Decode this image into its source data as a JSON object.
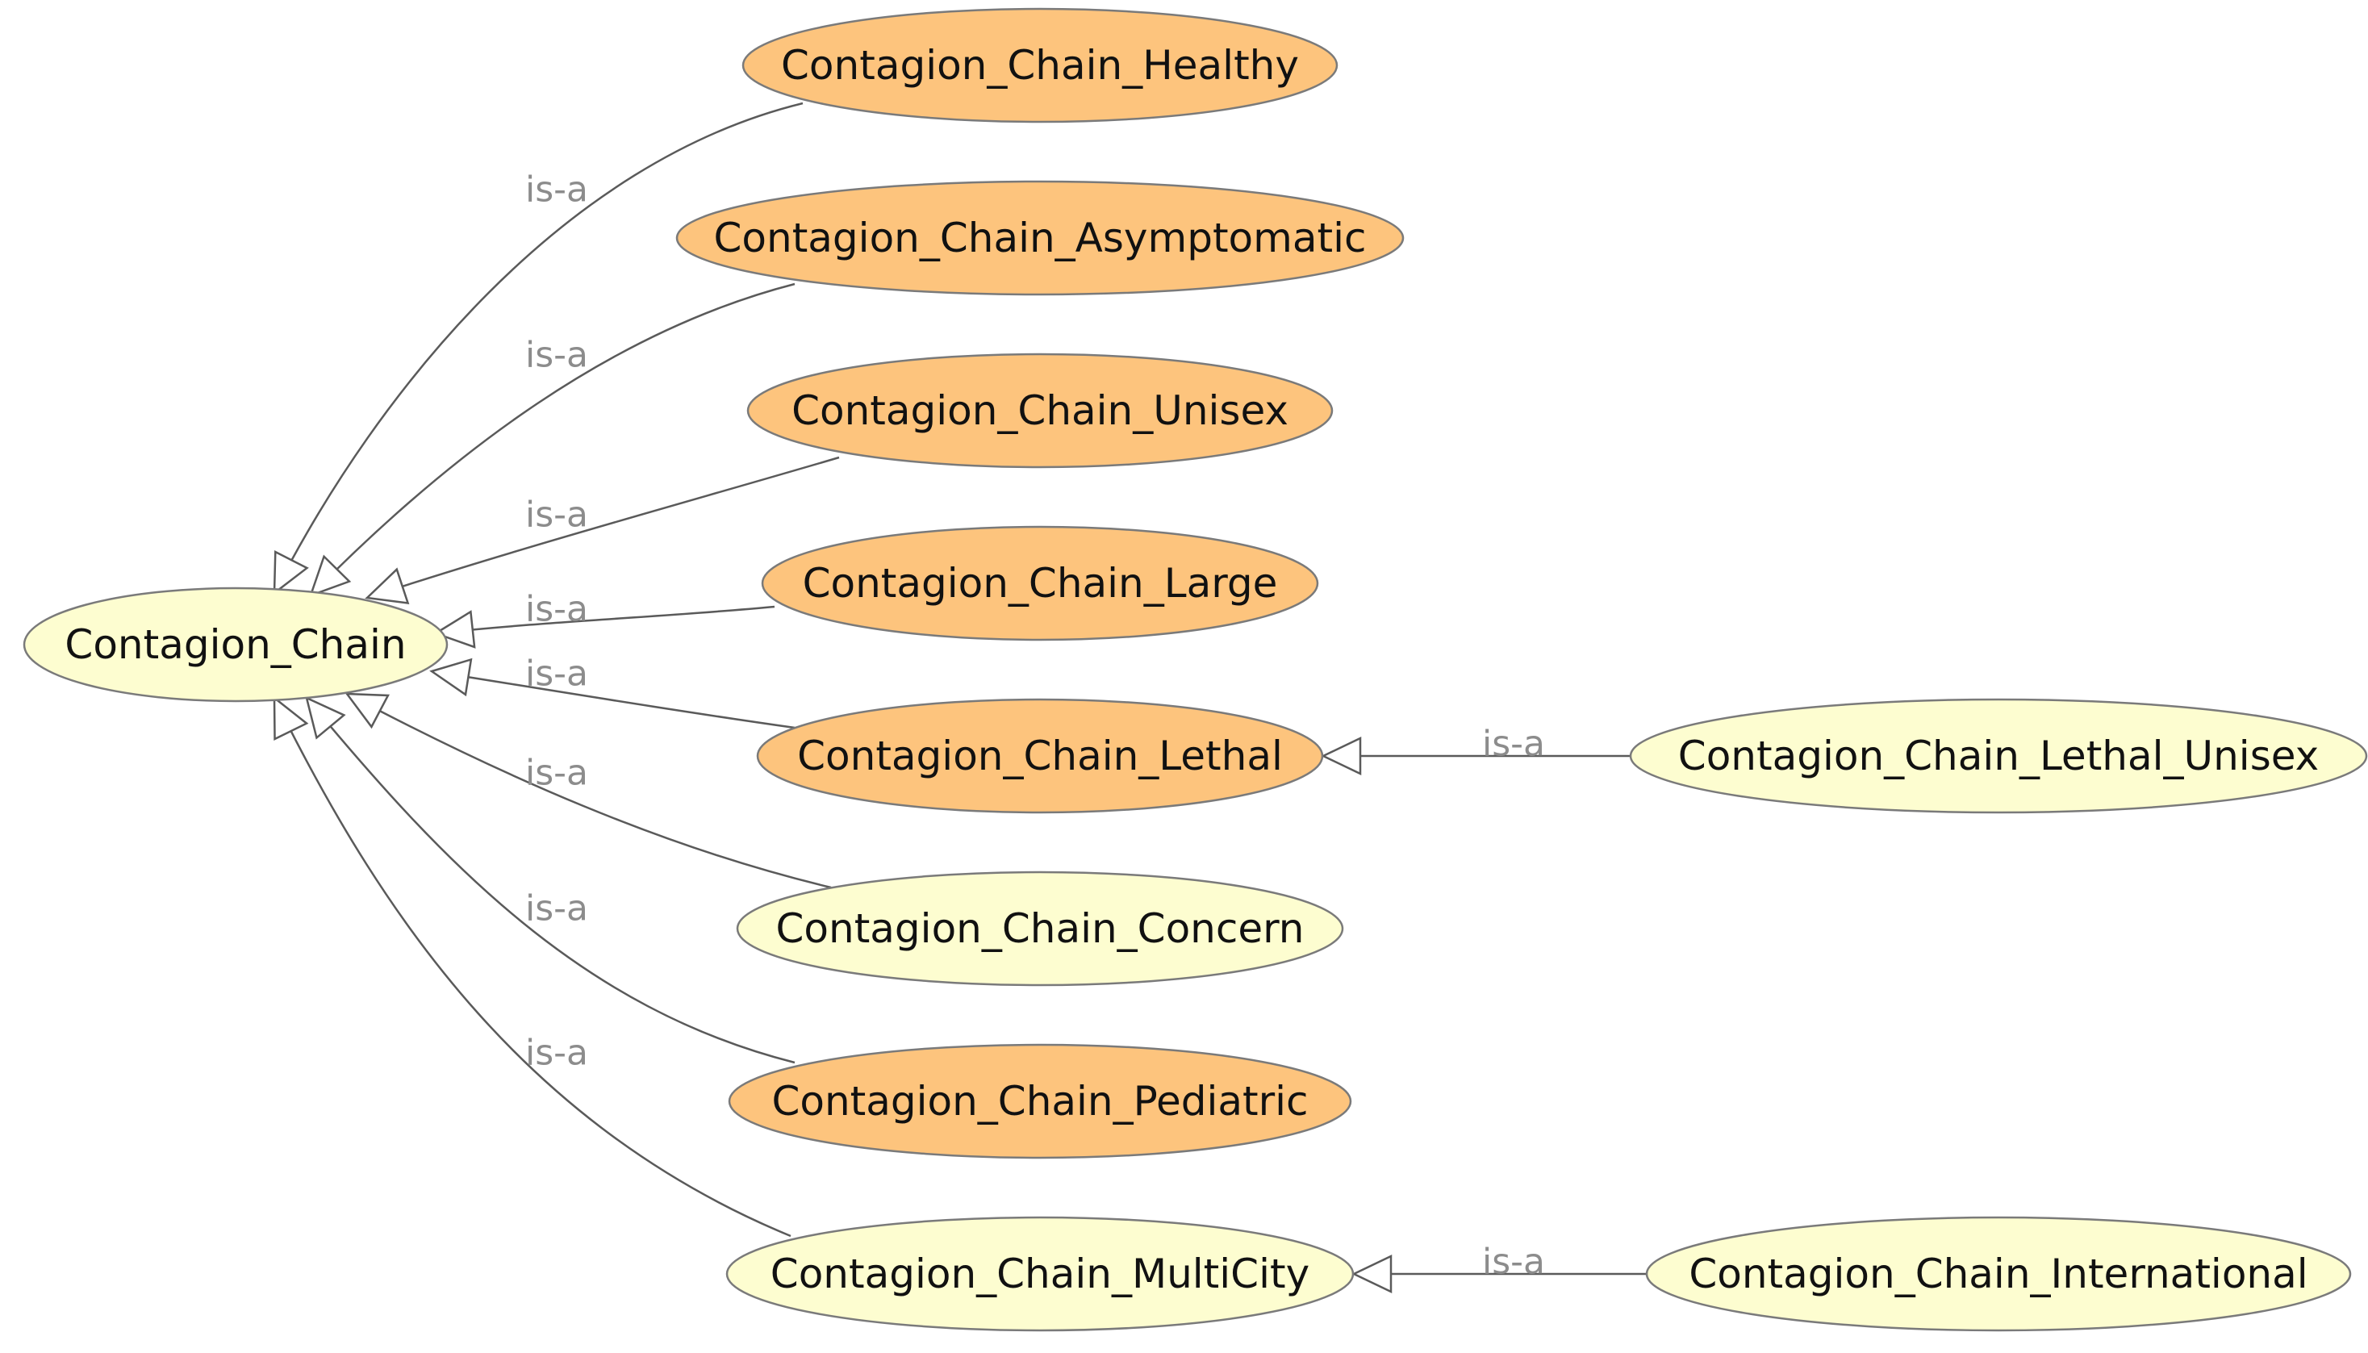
{
  "colors": {
    "defined_class": "#fdc47d",
    "inferred_class": "#fdfdd0",
    "edge": "#5a5a5a",
    "edge_label": "#8c8c8c",
    "node_border": "#7a7a7a"
  },
  "nodes": [
    {
      "id": "contagion_chain",
      "label": "Contagion_Chain",
      "kind": "inferred_class"
    },
    {
      "id": "healthy",
      "label": "Contagion_Chain_Healthy",
      "kind": "defined_class"
    },
    {
      "id": "asymptomatic",
      "label": "Contagion_Chain_Asymptomatic",
      "kind": "defined_class"
    },
    {
      "id": "unisex",
      "label": "Contagion_Chain_Unisex",
      "kind": "defined_class"
    },
    {
      "id": "large",
      "label": "Contagion_Chain_Large",
      "kind": "defined_class"
    },
    {
      "id": "lethal",
      "label": "Contagion_Chain_Lethal",
      "kind": "defined_class"
    },
    {
      "id": "concern",
      "label": "Contagion_Chain_Concern",
      "kind": "inferred_class"
    },
    {
      "id": "pediatric",
      "label": "Contagion_Chain_Pediatric",
      "kind": "defined_class"
    },
    {
      "id": "multicity",
      "label": "Contagion_Chain_MultiCity",
      "kind": "inferred_class"
    },
    {
      "id": "lethal_unisex",
      "label": "Contagion_Chain_Lethal_Unisex",
      "kind": "inferred_class"
    },
    {
      "id": "international",
      "label": "Contagion_Chain_International",
      "kind": "inferred_class"
    }
  ],
  "edges": [
    {
      "from": "healthy",
      "to": "contagion_chain",
      "label": "is-a"
    },
    {
      "from": "asymptomatic",
      "to": "contagion_chain",
      "label": "is-a"
    },
    {
      "from": "unisex",
      "to": "contagion_chain",
      "label": "is-a"
    },
    {
      "from": "large",
      "to": "contagion_chain",
      "label": "is-a"
    },
    {
      "from": "lethal",
      "to": "contagion_chain",
      "label": "is-a"
    },
    {
      "from": "concern",
      "to": "contagion_chain",
      "label": "is-a"
    },
    {
      "from": "pediatric",
      "to": "contagion_chain",
      "label": "is-a"
    },
    {
      "from": "multicity",
      "to": "contagion_chain",
      "label": "is-a"
    },
    {
      "from": "lethal_unisex",
      "to": "lethal",
      "label": "is-a"
    },
    {
      "from": "international",
      "to": "multicity",
      "label": "is-a"
    }
  ]
}
